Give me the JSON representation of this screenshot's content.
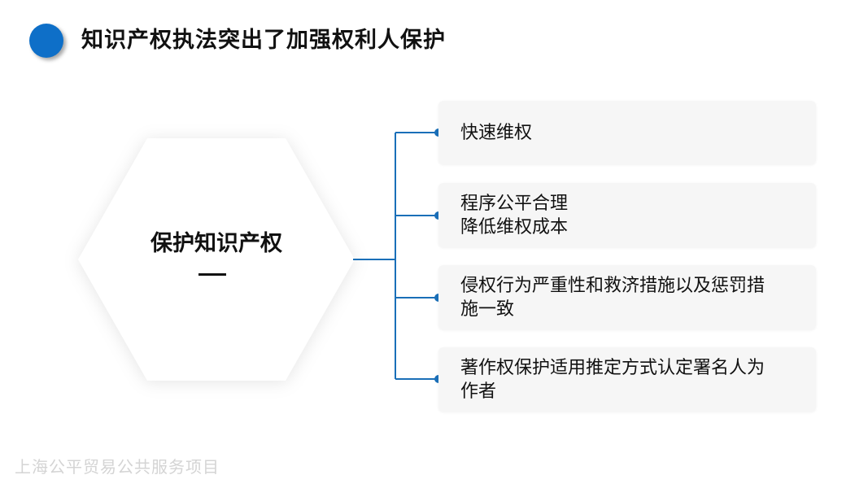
{
  "header": {
    "title": "知识产权执法突出了加强权利人保护",
    "accent_color": "#0e6fc8"
  },
  "center": {
    "label": "保护知识产权",
    "shape": "hexagon"
  },
  "cards": [
    {
      "lines": [
        "快速维权"
      ]
    },
    {
      "lines": [
        "程序公平合理",
        "降低维权成本"
      ]
    },
    {
      "lines": [
        "侵权行为严重性和救济措施以及惩罚措",
        "施一致"
      ]
    },
    {
      "lines": [
        "著作权保护适用推定方式认定署名人为",
        "作者"
      ]
    }
  ],
  "footer": {
    "text": "上海公平贸易公共服务项目"
  }
}
